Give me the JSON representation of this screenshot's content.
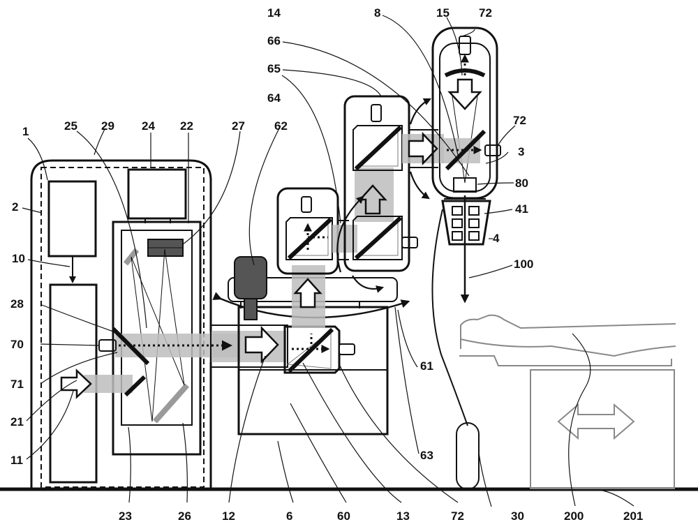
{
  "labels": {
    "l1": "1",
    "l2": "2",
    "l3": "3",
    "l4": "4",
    "l6": "6",
    "l8": "8",
    "l10": "10",
    "l11": "11",
    "l12": "12",
    "l13": "13",
    "l14": "14",
    "l15": "15",
    "l21": "21",
    "l22": "22",
    "l23": "23",
    "l24": "24",
    "l25": "25",
    "l26": "26",
    "l27": "27",
    "l28": "28",
    "l29": "29",
    "l30": "30",
    "l41": "41",
    "l60": "60",
    "l61": "61",
    "l62": "62",
    "l63": "63",
    "l64": "64",
    "l65": "65",
    "l66": "66",
    "l70": "70",
    "l71": "71",
    "l72a": "72",
    "l72b": "72",
    "l72c": "72",
    "l80": "80",
    "l100": "100",
    "l200": "200",
    "l201": "201"
  }
}
